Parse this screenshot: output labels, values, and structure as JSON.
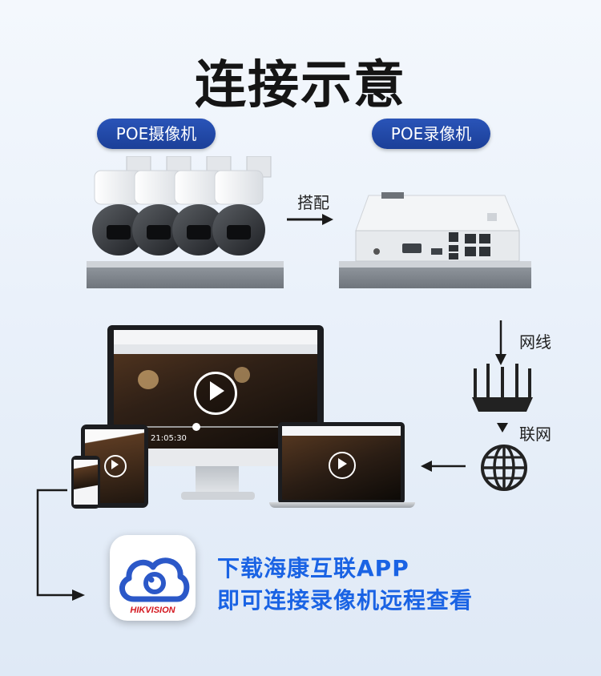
{
  "title": "连接示意",
  "left_pill": "POE摄像机",
  "right_pill": "POE录像机",
  "match_label": "搭配",
  "cable_label": "网线",
  "internet_label": "联网",
  "app_brand": "HIKVISION",
  "promo_line1": "下载海康互联APP",
  "promo_line2": "即可连接录像机远程查看",
  "monitor_timecode": "21:05:30",
  "colors": {
    "pill": "#1f47a6",
    "promo": "#1a63e4",
    "brand_red": "#d4161e"
  }
}
